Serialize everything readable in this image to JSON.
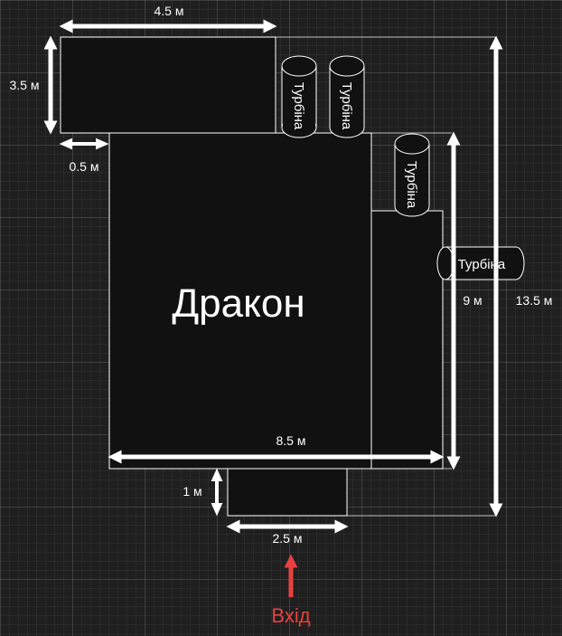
{
  "diagram": {
    "main_label": "Дракон",
    "dimensions": {
      "top_width": "4.5 м",
      "top_height": "3.5 м",
      "offset": "0.5 м",
      "bottom_width": "8.5 м",
      "right_height": "9 м",
      "total_height": "13.5 м",
      "entry_depth": "1 м",
      "entry_width": "2.5 м"
    },
    "turbines": [
      {
        "label": "Турбіна"
      },
      {
        "label": "Турбіна"
      },
      {
        "label": "Турбіна"
      },
      {
        "label": "Турбіна"
      }
    ],
    "entrance_label": "Вхід",
    "colors": {
      "background": "#1f1f1f",
      "block_fill": "#111111",
      "outline": "#ffffff",
      "arrow": "#ffffff",
      "entrance": "#e8413f"
    }
  }
}
